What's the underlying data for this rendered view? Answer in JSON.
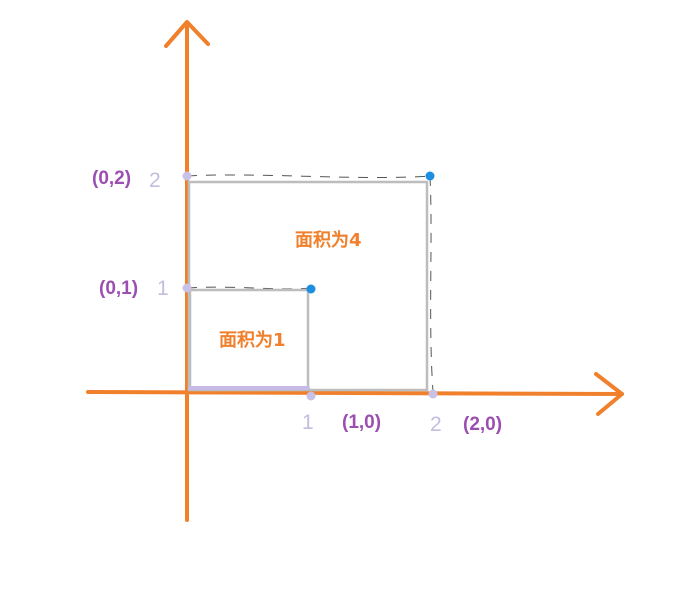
{
  "tick_labels": {
    "x1": "1",
    "x2": "2",
    "y1": "1",
    "y2": "2"
  },
  "coordinates": {
    "p02": "(0,2)",
    "p01": "(0,1)",
    "p10": "(1,0)",
    "p20": "(2,0)"
  },
  "areas": {
    "small": "面积为1",
    "large": "面积为4"
  },
  "colors": {
    "axis": "#f0802c",
    "coordinate_label": "#9b4fb0",
    "tick_label": "#c3bde0",
    "square_outline": "#bdbdbd",
    "corner_dot": "#1d8fe0"
  }
}
